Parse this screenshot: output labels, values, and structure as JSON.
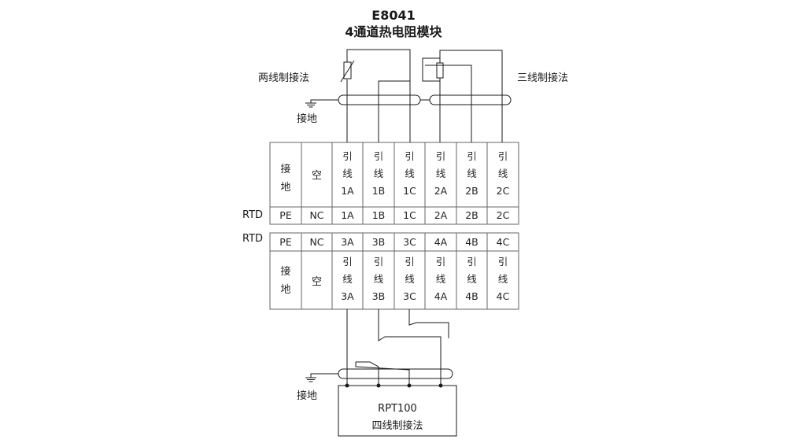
{
  "title": {
    "model": "E8041",
    "name": "4通道热电阻模块"
  },
  "labels": {
    "two_wire": "两线制接法",
    "three_wire": "三线制接法",
    "ground_top": "接地",
    "ground_bottom": "接地",
    "rtd_top": "RTD",
    "rtd_bottom": "RTD"
  },
  "terminals_top": [
    {
      "name_chars": [
        "接",
        "地"
      ],
      "code": "PE"
    },
    {
      "name_chars": [
        "空"
      ],
      "code": "NC"
    },
    {
      "name_chars": [
        "引",
        "线",
        "1A"
      ],
      "code": "1A"
    },
    {
      "name_chars": [
        "引",
        "线",
        "1B"
      ],
      "code": "1B"
    },
    {
      "name_chars": [
        "引",
        "线",
        "1C"
      ],
      "code": "1C"
    },
    {
      "name_chars": [
        "引",
        "线",
        "2A"
      ],
      "code": "2A"
    },
    {
      "name_chars": [
        "引",
        "线",
        "2B"
      ],
      "code": "2B"
    },
    {
      "name_chars": [
        "引",
        "线",
        "2C"
      ],
      "code": "2C"
    }
  ],
  "terminals_bottom": [
    {
      "name_chars": [
        "接",
        "地"
      ],
      "code": "PE"
    },
    {
      "name_chars": [
        "空"
      ],
      "code": "NC"
    },
    {
      "name_chars": [
        "引",
        "线",
        "3A"
      ],
      "code": "3A"
    },
    {
      "name_chars": [
        "引",
        "线",
        "3B"
      ],
      "code": "3B"
    },
    {
      "name_chars": [
        "引",
        "线",
        "3C"
      ],
      "code": "3C"
    },
    {
      "name_chars": [
        "引",
        "线",
        "4A"
      ],
      "code": "4A"
    },
    {
      "name_chars": [
        "引",
        "线",
        "4B"
      ],
      "code": "4B"
    },
    {
      "name_chars": [
        "引",
        "线",
        "4C"
      ],
      "code": "4C"
    }
  ],
  "sensor_box": {
    "line1": "RPT100",
    "line2": "四线制接法"
  },
  "colors": {
    "line": "#1a1a1a",
    "cell_border": "#666666"
  }
}
